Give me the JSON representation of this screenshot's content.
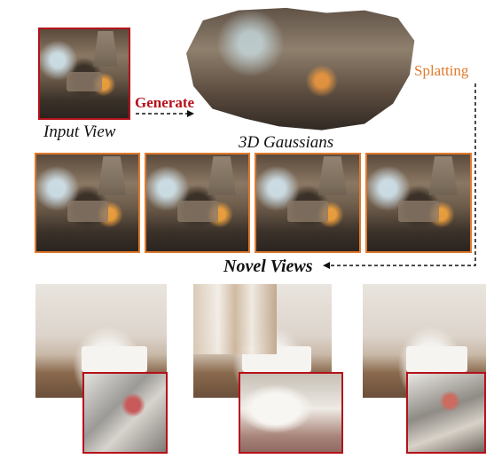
{
  "labels": {
    "input_view": "Input View",
    "generate": "Generate",
    "gaussians": "3D Gaussians",
    "splatting": "Splatting",
    "novel_views": "Novel Views"
  },
  "colors": {
    "frame_red": "#b5121b",
    "frame_orange": "#e07a2e",
    "generate_text": "#b5121b",
    "splatting_text": "#e07a2e"
  },
  "novel_views": [
    {
      "name": "novel-view-1"
    },
    {
      "name": "novel-view-2"
    },
    {
      "name": "novel-view-3"
    },
    {
      "name": "novel-view-4"
    }
  ],
  "comparison": [
    {
      "name": "bedroom-result-1"
    },
    {
      "name": "bedroom-result-2"
    },
    {
      "name": "bedroom-result-3"
    }
  ]
}
